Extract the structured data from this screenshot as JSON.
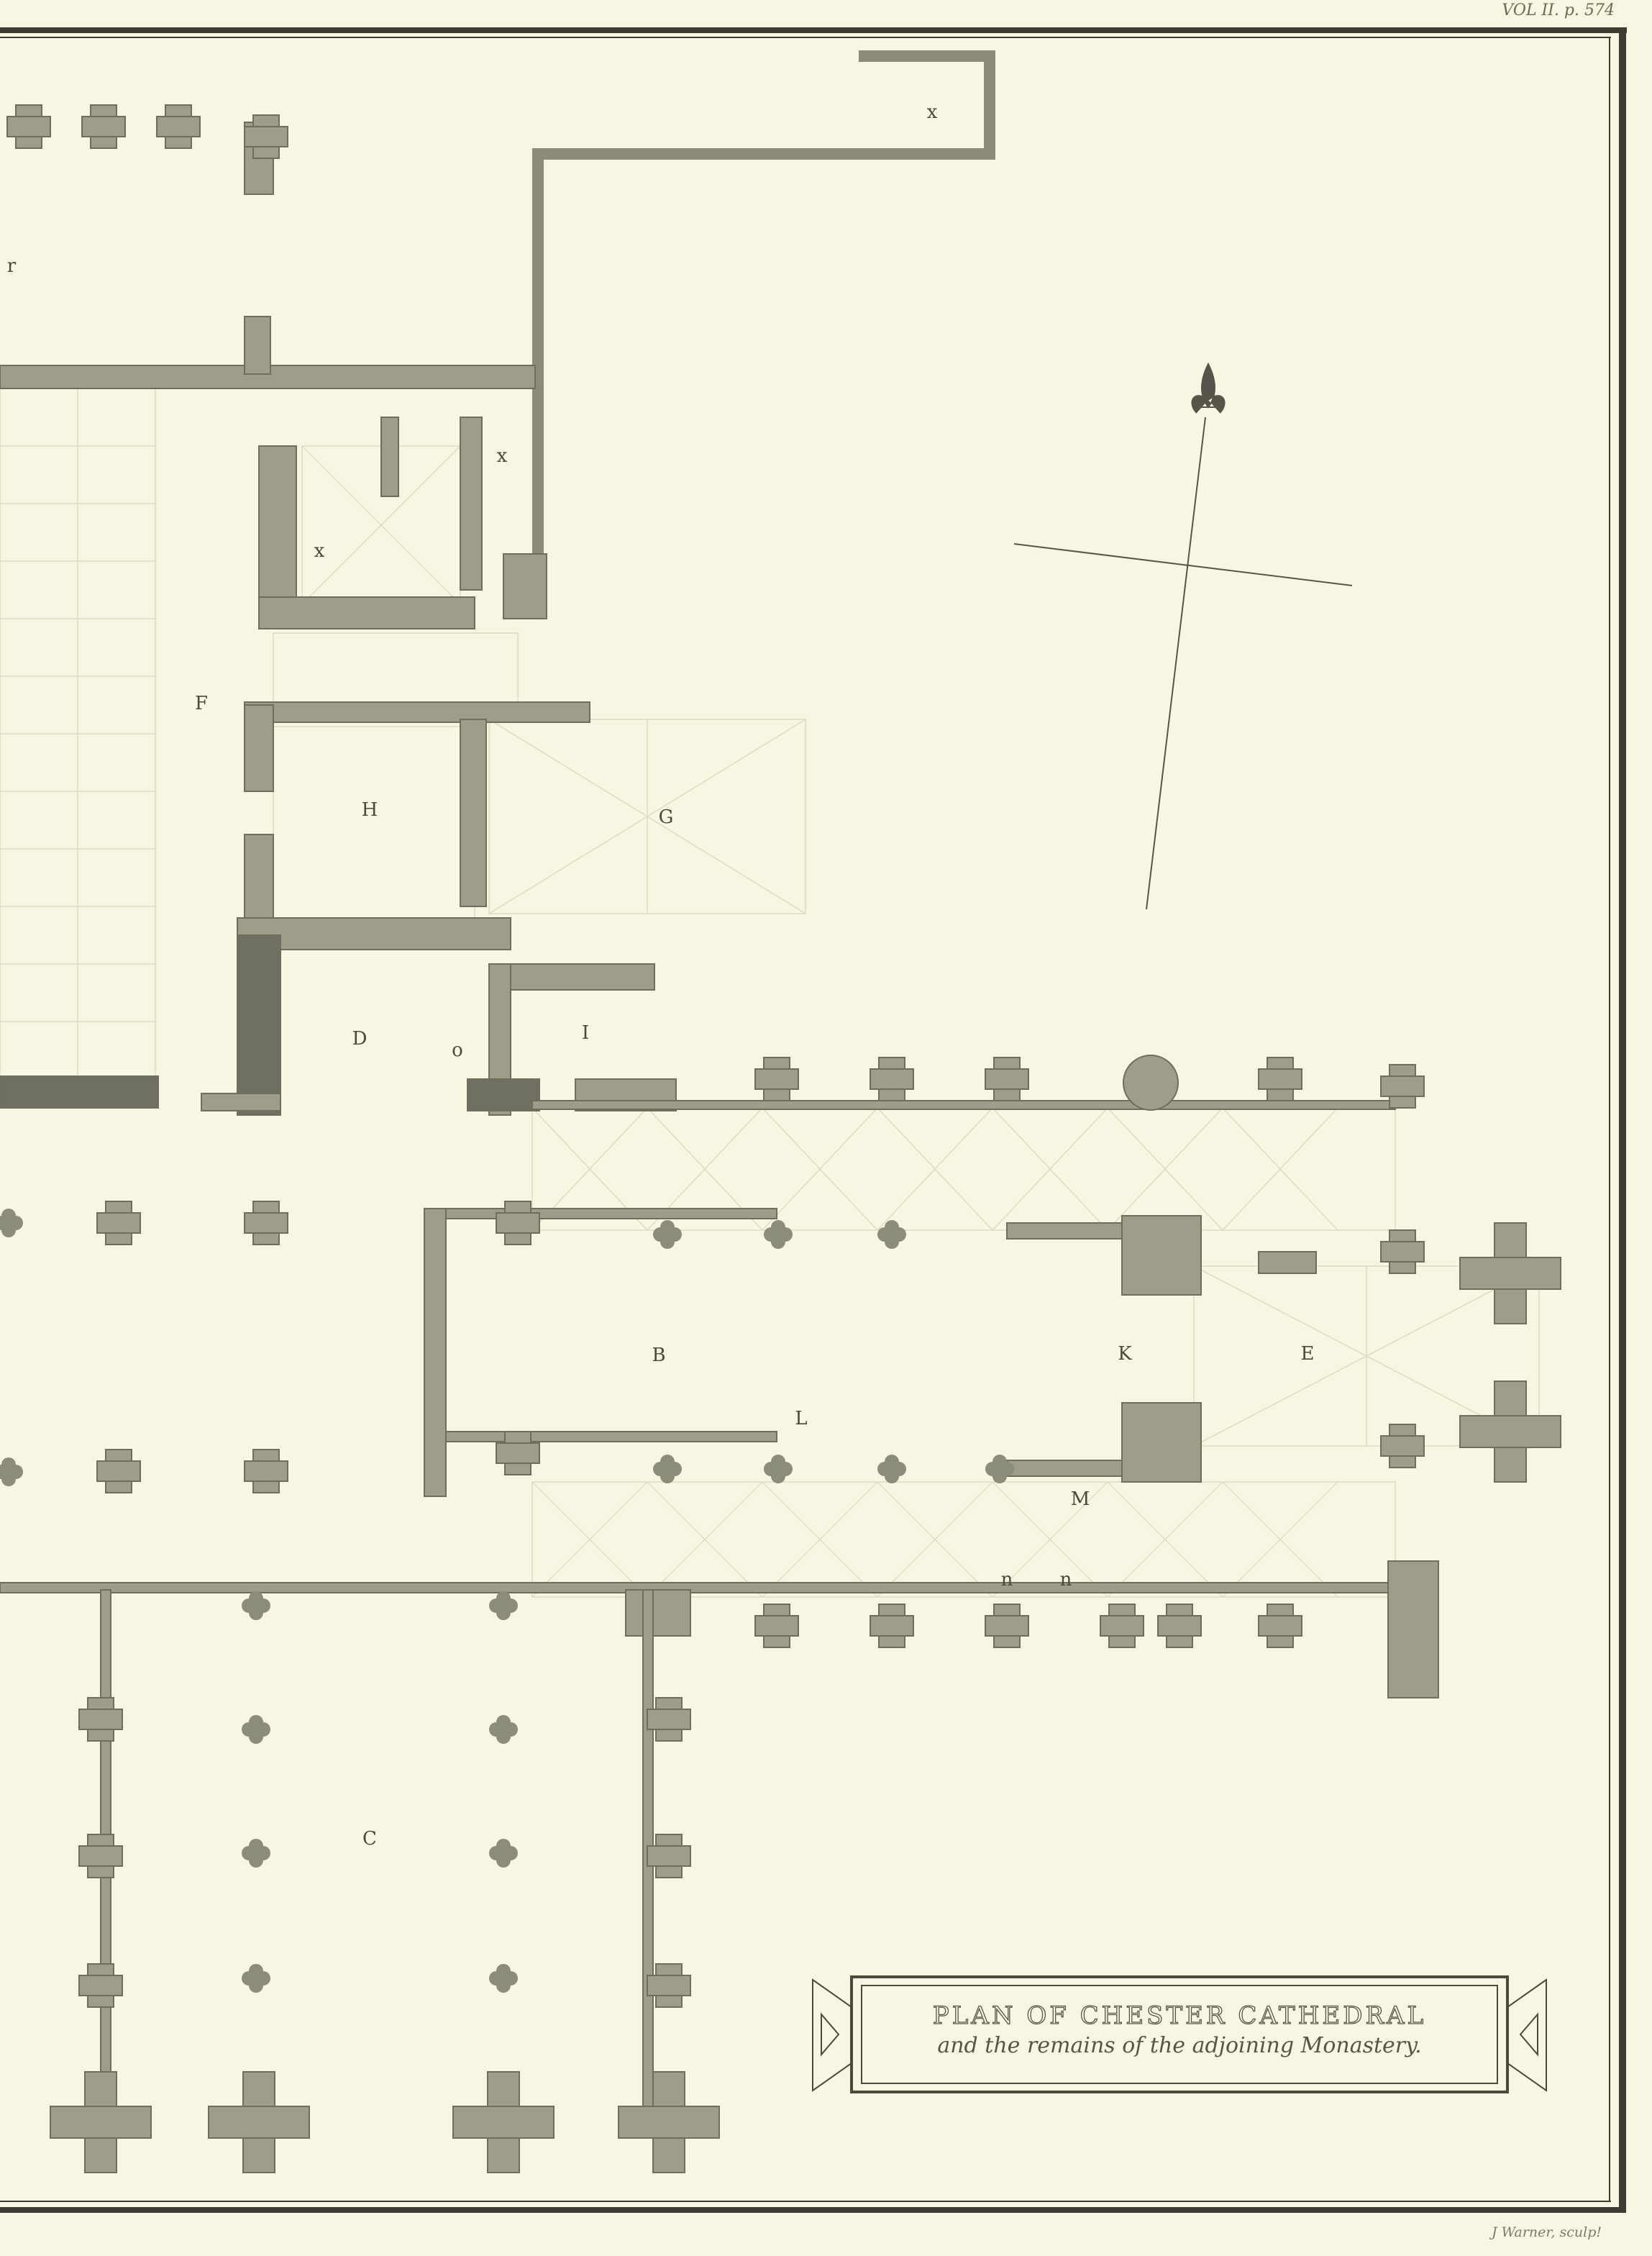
{
  "page_ref": "VOL II. p. 574",
  "title": "PLAN OF CHESTER CATHEDRAL",
  "subtitle": "and the remains of the adjoining Monastery.",
  "engraver": "J Warner, sculp!",
  "labels": {
    "x_top": "x",
    "r": "r",
    "x_room1": "x",
    "x_room2": "x",
    "F": "F",
    "H": "H",
    "G": "G",
    "D": "D",
    "o": "o",
    "I": "I",
    "B": "B",
    "K": "K",
    "E": "E",
    "L": "L",
    "M": "M",
    "n1": "n",
    "n2": "n",
    "C": "C"
  },
  "colors": {
    "paper": "#f8f6e2",
    "wall": "#9d9d8a",
    "ink": "#4a4a3a"
  }
}
